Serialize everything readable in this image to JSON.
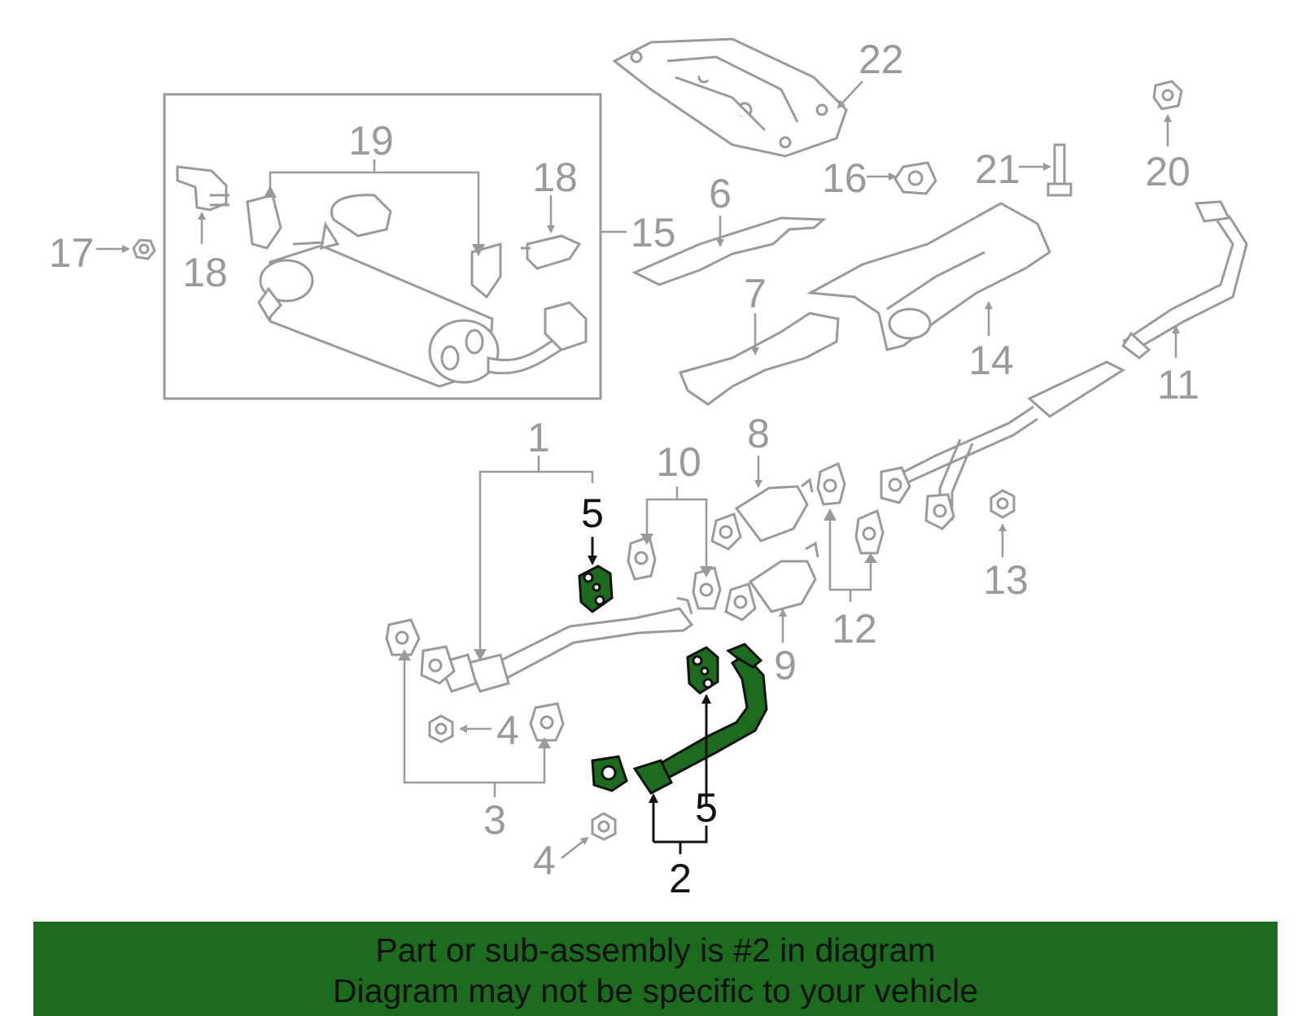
{
  "colors": {
    "part_line": "#9a9a9a",
    "highlight_fill": "#1d6b1f",
    "highlight_line": "#111111",
    "banner_bg": "#1d6b1f",
    "banner_text": "#101010"
  },
  "callouts": {
    "c1": "1",
    "c2": "2",
    "c3": "3",
    "c4a": "4",
    "c4b": "4",
    "c5a": "5",
    "c5b": "5",
    "c6": "6",
    "c7": "7",
    "c8": "8",
    "c9": "9",
    "c10": "10",
    "c11": "11",
    "c12": "12",
    "c13": "13",
    "c14": "14",
    "c15": "15",
    "c16": "16",
    "c17": "17",
    "c18a": "18",
    "c18b": "18",
    "c19": "19",
    "c20": "20",
    "c21": "21",
    "c22": "22"
  },
  "banner": {
    "line1": "Part or sub-assembly is #2 in diagram",
    "line2": "Diagram may not be specific to your vehicle"
  }
}
